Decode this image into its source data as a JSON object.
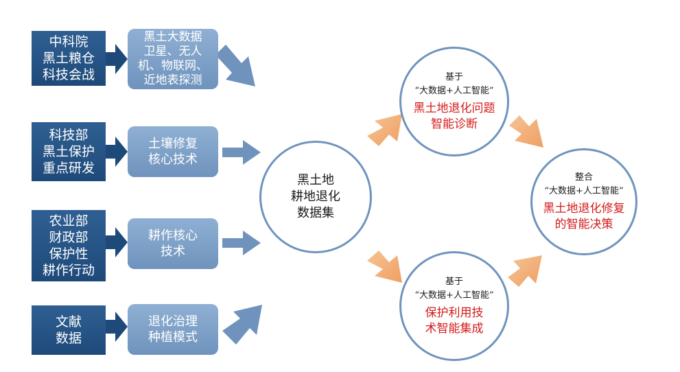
{
  "sources": [
    {
      "text": "中科院\n黑土粮仓\n科技会战"
    },
    {
      "text": "科技部\n黑土保护\n重点研发"
    },
    {
      "text": "农业部\n财政部\n保护性\n耕作行动"
    },
    {
      "text": "文献\n数据"
    }
  ],
  "methods": [
    {
      "text": "黑土大数据\n卫星、无人\n机、物联网、\n近地表探测"
    },
    {
      "text": "土壤修复\n核心技术"
    },
    {
      "text": "耕作核心\n技术"
    },
    {
      "text": "退化治理\n种植模式"
    }
  ],
  "center": {
    "text": "黑土地\n耕地退化\n数据集"
  },
  "top_circle": {
    "line1": "基于",
    "line2": "“大数据+人工智能”",
    "highlight": "黑土地退化问题\n智能诊断"
  },
  "bottom_circle": {
    "line1": "基于",
    "line2": "“大数据+人工智能”",
    "highlight": "保护利用技\n术智能集成"
  },
  "right_circle": {
    "line1": "整合",
    "line2": "“大数据+人工智能”",
    "highlight": "黑土地退化修复\n的智能决策"
  },
  "colors": {
    "source_fill": "#1e4a7a",
    "method_fill": "#7a9cc4",
    "blue_arrow": "#6f93bd",
    "orange_arrow": "#f2b07a",
    "highlight_text": "#d41a1a",
    "circle_border": "#6f93bd"
  }
}
